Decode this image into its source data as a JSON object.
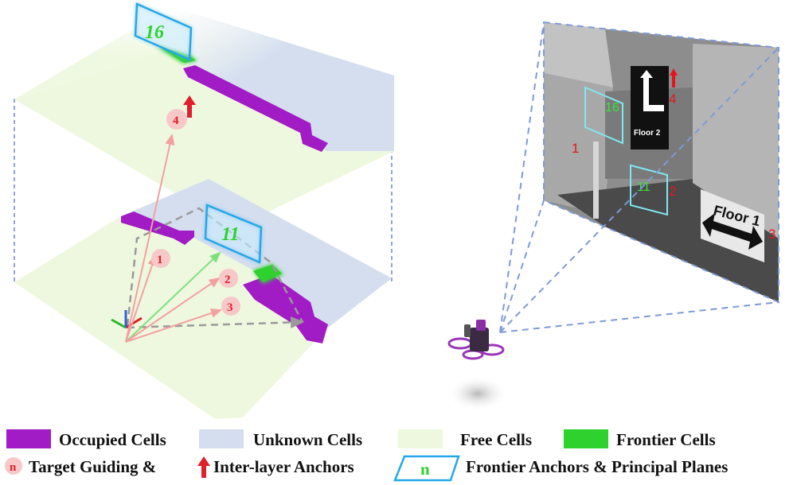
{
  "map": {
    "upper_frontier_id": "16",
    "lower_frontier_id": "11",
    "inter_layer_anchor_id": "4",
    "target_guiding_ids": [
      "1",
      "2",
      "3"
    ]
  },
  "camera_view": {
    "frontier_ids": [
      "16",
      "11"
    ],
    "anchor_ids": [
      "1",
      "2",
      "3",
      "4"
    ],
    "sign_floor2": "Floor 2",
    "sign_floor1": "Floor 1"
  },
  "legend": {
    "row1": [
      {
        "label": "Occupied Cells",
        "color": "#a11cc4"
      },
      {
        "label": "Unknown Cells",
        "color": "#d4deef"
      },
      {
        "label": "Free Cells",
        "color": "#eef8df"
      },
      {
        "label": "Frontier Cells",
        "color": "#2fd12f"
      }
    ],
    "row2": {
      "guiding_symbol": "n",
      "guiding_label": "Target Guiding &",
      "inter_layer_label": "Inter-layer Anchors",
      "frontier_symbol": "n",
      "frontier_label": "Frontier Anchors & Principal Planes"
    }
  },
  "colors": {
    "occupied": "#a11cc4",
    "unknown": "#d4deef",
    "free": "#eef8df",
    "frontier": "#2fd12f",
    "guiding_circle": "#f7c8c8",
    "anchor_red": "#e0202a",
    "plane_blue": "#22a8e8"
  }
}
